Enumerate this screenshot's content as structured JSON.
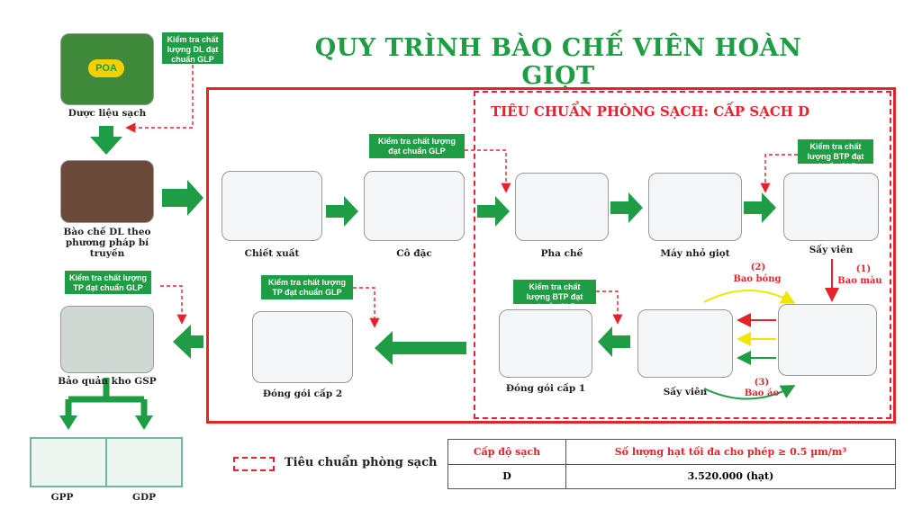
{
  "title": "QUY TRÌNH BÀO CHẾ VIÊN HOÀN GIỌT",
  "clean_room_title": "TIÊU CHUẨN PHÒNG SẠCH: CẤP SẠCH D",
  "qc": {
    "material": "Kiểm tra chất lượng DL đạt chuẩn GLP",
    "product": "Kiểm tra chất lượng đạt chuẩn GLP",
    "btp_top": "Kiểm tra chất lượng BTP đạt chuẩn GLP",
    "btp_bottom": "Kiểm tra chất lượng BTP đạt chuẩn GLP",
    "tp_pack": "Kiểm tra chất lượng TP đạt chuẩn GLP",
    "tp_store": "Kiểm tra chất lượng TP đạt chuẩn GLP"
  },
  "steps": {
    "clean_herbs": "Dược liệu sạch",
    "traditional": "Bào chế DL theo phương pháp bí truyền",
    "extract": "Chiết xuất",
    "concentrate": "Cô đặc",
    "mix": "Pha chế",
    "drip": "Máy nhỏ giọt",
    "dry_top": "Sấy viên",
    "pack1": "Đóng gói cấp 1",
    "dry_bottom": "Sấy viên",
    "pack2": "Đóng gói cấp 2",
    "storage": "Bảo quản kho GSP",
    "gpp": "GPP",
    "gdp": "GDP"
  },
  "coating": {
    "color_num": "(1)",
    "color": "Bao màu",
    "gloss_num": "(2)",
    "gloss": "Bao bóng",
    "shell_num": "(3)",
    "shell": "Bao áo"
  },
  "logo_text": "POA",
  "legend": "Tiêu chuẩn phòng sạch",
  "table": {
    "h1": "Cấp độ sạch",
    "h2": "Số lượng hạt tối đa cho phép ≥ 0.5 µm/m³",
    "c1": "D",
    "c2": "3.520.000 (hạt)"
  },
  "colors": {
    "green": "#1e9d44",
    "red": "#e5232b",
    "yellow": "#f2e600"
  }
}
